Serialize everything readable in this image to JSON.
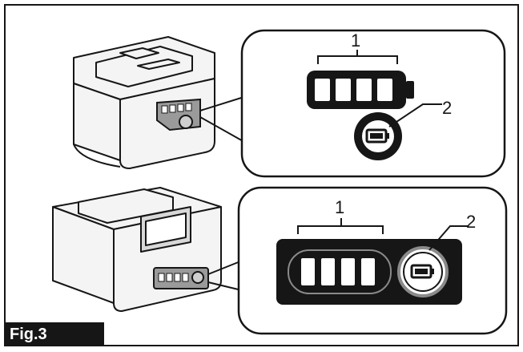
{
  "figure": {
    "label": "Fig.3"
  },
  "panels": [
    {
      "name": "battery-indicator-detail",
      "callouts": [
        {
          "number": "1",
          "target": "indicator-lamps"
        },
        {
          "number": "2",
          "target": "check-button"
        }
      ],
      "lamp_count": 4
    },
    {
      "name": "charger-indicator-detail",
      "callouts": [
        {
          "number": "1",
          "target": "indicator-lamps"
        },
        {
          "number": "2",
          "target": "check-button"
        }
      ],
      "lamp_count": 4
    }
  ],
  "colors": {
    "ink": "#161616",
    "background": "#ffffff",
    "device_fill": "#f4f4f4",
    "panel_fill": "#ebebeb"
  }
}
